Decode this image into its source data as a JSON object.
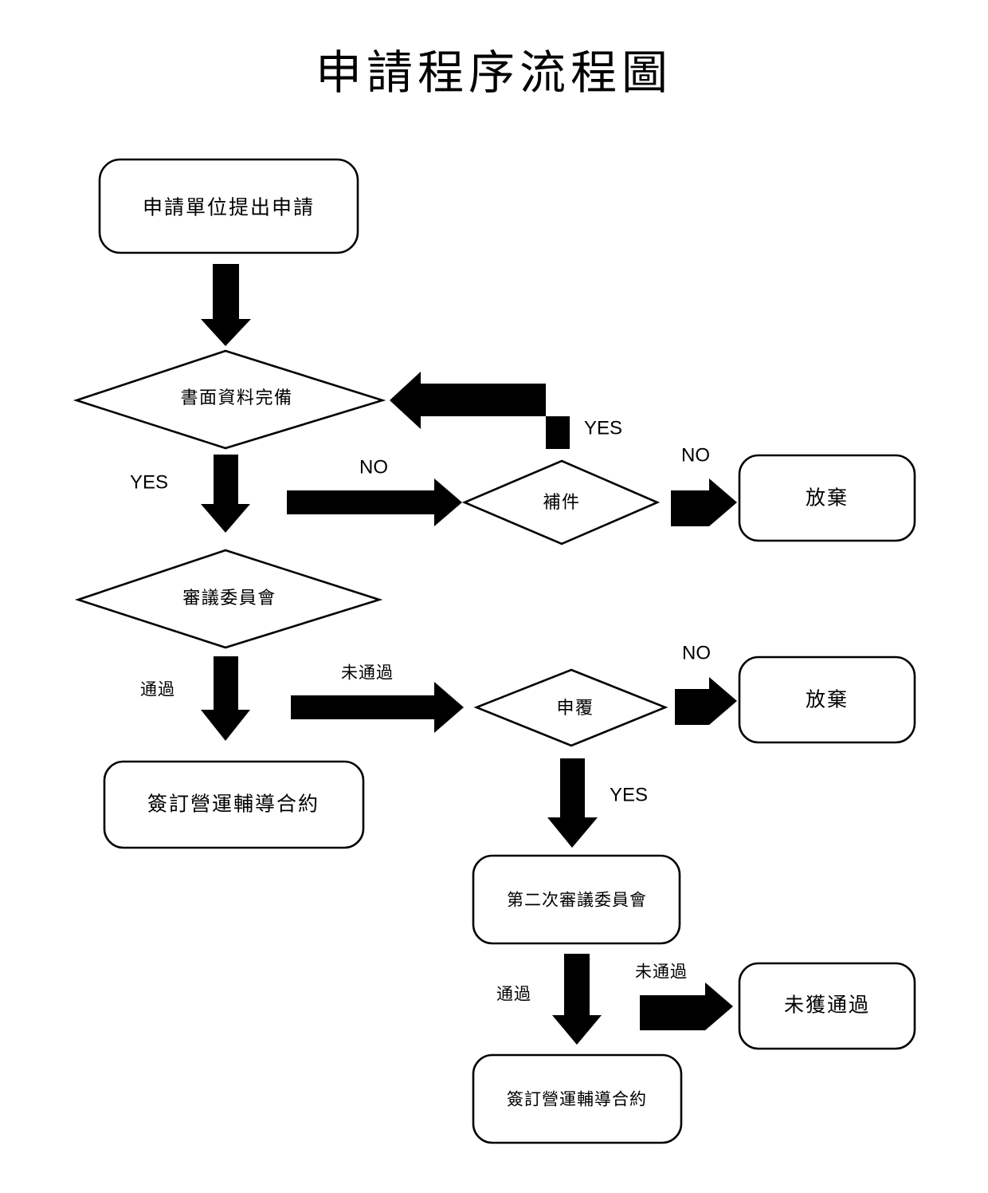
{
  "page": {
    "title": "申請程序流程圖",
    "background_color": "#ffffff",
    "line_color": "#000000"
  },
  "nodes": [
    {
      "id": "n1",
      "label": "申請單位提出申請",
      "shape": "rounded-rect"
    },
    {
      "id": "n2",
      "label": "書面資料完備",
      "shape": "diamond"
    },
    {
      "id": "n3",
      "label": "補件",
      "shape": "diamond"
    },
    {
      "id": "n4",
      "label": "放棄",
      "shape": "rounded-rect"
    },
    {
      "id": "n5",
      "label": "審議委員會",
      "shape": "diamond"
    },
    {
      "id": "n6",
      "label": "申覆",
      "shape": "diamond"
    },
    {
      "id": "n7",
      "label": "放棄",
      "shape": "rounded-rect"
    },
    {
      "id": "n8",
      "label": "簽訂營運輔導合約",
      "shape": "rounded-rect"
    },
    {
      "id": "n9",
      "label": "第二次審議委員會",
      "shape": "rounded-rect"
    },
    {
      "id": "n10",
      "label": "未獲通過",
      "shape": "rounded-rect"
    },
    {
      "id": "n11",
      "label": "簽訂營運輔導合約",
      "shape": "rounded-rect"
    }
  ],
  "edge_labels": {
    "yes_1": "YES",
    "no_1": "NO",
    "yes_2": "YES",
    "no_2": "NO",
    "pass_1": "通過",
    "fail_1": "未通過",
    "no_3": "NO",
    "yes_3": "YES",
    "pass_2": "通過",
    "fail_2": "未通過"
  },
  "edges": [
    {
      "from": "n1",
      "to": "n2",
      "label": "",
      "direction": "down"
    },
    {
      "from": "n2",
      "to": "n5",
      "label": "YES",
      "direction": "down"
    },
    {
      "from": "n2",
      "to": "n3",
      "label": "NO",
      "direction": "right"
    },
    {
      "from": "n3",
      "to": "n2",
      "label": "YES",
      "direction": "elbow-up-left"
    },
    {
      "from": "n3",
      "to": "n4",
      "label": "NO",
      "direction": "right"
    },
    {
      "from": "n5",
      "to": "n8",
      "label": "通過",
      "direction": "down"
    },
    {
      "from": "n5",
      "to": "n6",
      "label": "未通過",
      "direction": "right"
    },
    {
      "from": "n6",
      "to": "n7",
      "label": "NO",
      "direction": "right"
    },
    {
      "from": "n6",
      "to": "n9",
      "label": "YES",
      "direction": "down"
    },
    {
      "from": "n9",
      "to": "n11",
      "label": "通過",
      "direction": "down"
    },
    {
      "from": "n9",
      "to": "n10",
      "label": "未通過",
      "direction": "right"
    }
  ]
}
